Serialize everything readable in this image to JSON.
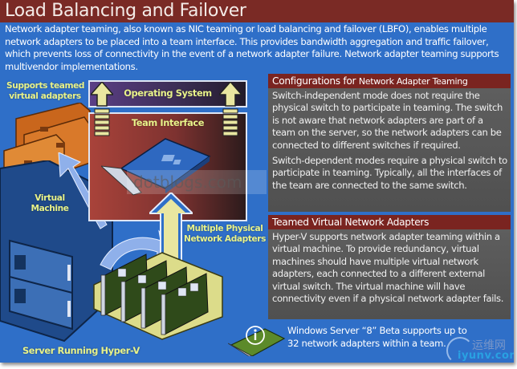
{
  "slide": {
    "title": "Load Balancing and Failover",
    "intro": "Network adapter teaming, also known as NIC teaming or load balancing and failover (LBFO), enables multiple network adapters to be placed into a team interface. This provides bandwidth aggregation and traffic failover, which prevents loss of connectivity in the event of a network adapter failure. Network adapter teaming supports multivendor implementations."
  },
  "diagram": {
    "labels": {
      "supports_teamed": "Supports teamed",
      "virtual_adapters": "virtual adapters",
      "operating_system": "Operating System",
      "team_interface": "Team Interface",
      "virtual": "Virtual",
      "machine": "Machine",
      "multiple_physical": "Multiple Physical",
      "network_adapters": "Network Adapters",
      "server_running": "Server Running Hyper-V"
    }
  },
  "panels": {
    "configurations": {
      "heading_part1": "Configurations for ",
      "heading_part2": "Network Adapter Teaming",
      "paragraphs": [
        "Switch-independent mode does not require the physical switch to participate in teaming. The switch is not aware that network adapters are part of a team on the server, so the network adapters can be connected to different switches if required.",
        "Switch-dependent modes require a physical switch to participate in teaming. Typically, all the interfaces of the team are connected to the same switch."
      ]
    },
    "teamed_virtual": {
      "heading": "Teamed Virtual Network Adapters",
      "paragraphs": [
        "Hyper-V supports network adapter teaming within a virtual machine. To provide redundancy, virtual machines should have multiple virtual network adapters, each connected to a different external virtual switch. The virtual machine will have connectivity even if a physical network adapter fails."
      ]
    }
  },
  "note": {
    "icon": "info-icon",
    "text": "Windows Server “8” Beta supports up to 32 network adapters within a team."
  },
  "watermarks": {
    "center": "dotblogs.com",
    "corner_cn": "运维网",
    "corner_en": "iyunv.com"
  },
  "colors": {
    "background": "#2f6fc8",
    "title_bar": "#7a2a25",
    "panel_heading": "#7a2420",
    "panel_body": "#5a5a5a",
    "label_yellow": "#e8f28a"
  }
}
